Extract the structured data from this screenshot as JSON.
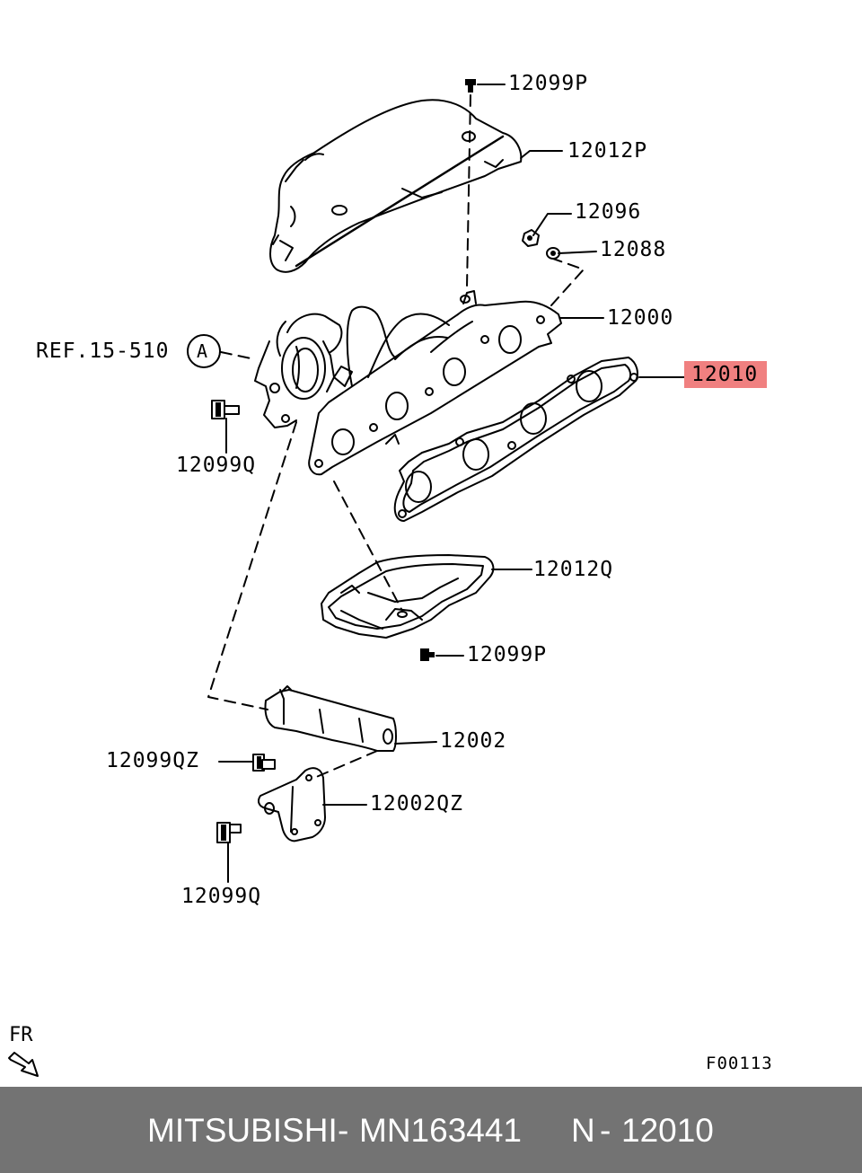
{
  "diagram": {
    "labels": {
      "p_12099P_top": "12099P",
      "p_12012P": "12012P",
      "p_12096": "12096",
      "p_12088": "12088",
      "p_12000": "12000",
      "p_12010": "12010",
      "ref": "REF.15-510",
      "ref_circle": "A",
      "p_12099Q_upper": "12099Q",
      "p_12012Q": "12012Q",
      "p_12099P_lower": "12099P",
      "p_12002": "12002",
      "p_12099QZ": "12099QZ",
      "p_12002QZ": "12002QZ",
      "p_12099Q_lower": "12099Q"
    },
    "direction": "FR",
    "figure_code": "F00113",
    "highlight_color": "#f08080"
  },
  "footer": {
    "brand": "MITSUBISHI",
    "sep1": "-",
    "part_number": "MN163441",
    "ref_prefix": "N",
    "sep2": "-",
    "ref_number": "12010"
  }
}
